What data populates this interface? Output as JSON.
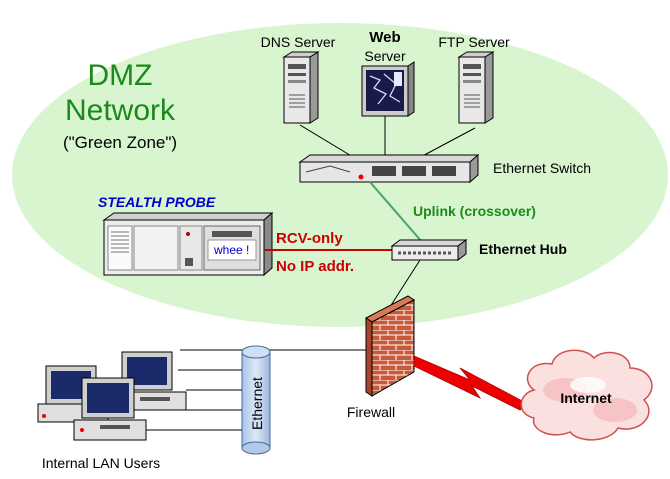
{
  "zone": {
    "title_line1": "DMZ",
    "title_line2": "Network",
    "subtitle": "(\"Green Zone\")"
  },
  "servers": {
    "dns": "DNS Server",
    "web_bold": "Web",
    "web_sub": "Server",
    "ftp": "FTP Server"
  },
  "switch": {
    "label": "Ethernet Switch"
  },
  "uplink": {
    "label": "Uplink (crossover)"
  },
  "probe": {
    "title": "STEALTH PROBE",
    "screen_text": "whee !",
    "rcv": "RCV-only",
    "noip": "No IP addr."
  },
  "hub": {
    "label": "Ethernet Hub"
  },
  "firewall": {
    "label": "Firewall"
  },
  "internet": {
    "label": "Internet"
  },
  "ethernet": {
    "label": "Ethernet"
  },
  "lan": {
    "label": "Internal LAN Users"
  },
  "colors": {
    "zone_fill": "#d9f5cf",
    "uplink_line": "#4aa070",
    "probe_line": "#cc0000",
    "bolt": "#ee0000",
    "brick": "#b84a2a"
  }
}
